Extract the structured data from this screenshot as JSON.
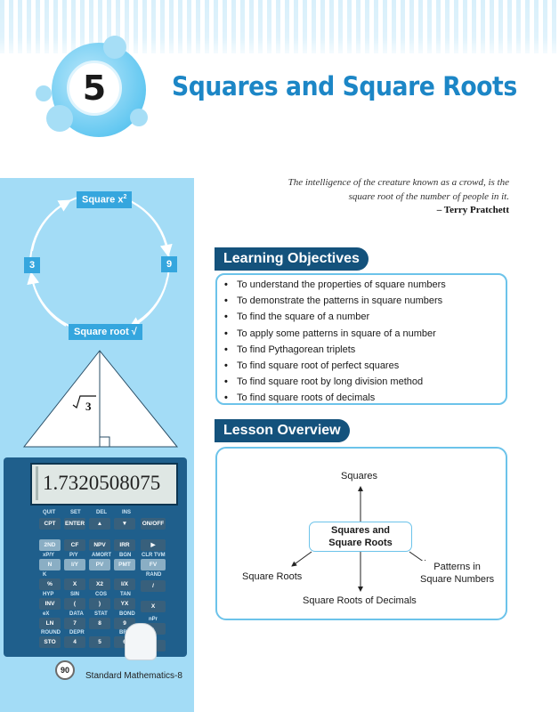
{
  "chapter": {
    "number": "5",
    "title": "Squares and Square Roots"
  },
  "sidebar": {
    "cycle": {
      "top_label": "Square x",
      "top_sup": "2",
      "left_value": "3",
      "right_value": "9",
      "bottom_label": "Square root √"
    },
    "triangle_label": "3",
    "calculator": {
      "display": "1.7320508075",
      "row1_labels": [
        "QUIT",
        "SET",
        "DEL",
        "INS"
      ],
      "row1_keys": [
        "CPT",
        "ENTER",
        "▲",
        "▼",
        "ON/OFF"
      ],
      "row2_keys": [
        "2ND",
        "CF",
        "NPV",
        "IRR",
        "▶"
      ],
      "row2_labels": [
        "xP/Y",
        "P/Y",
        "AMORT",
        "BGN",
        "CLR TVM"
      ],
      "row3_keys": [
        "N",
        "I/Y",
        "PV",
        "PMT",
        "FV"
      ],
      "row4_labels": [
        "K",
        "",
        "",
        "",
        "RAND"
      ],
      "row4_keys": [
        "%",
        "X",
        "X2",
        "I/X",
        "/"
      ],
      "row5_labels": [
        "HYP",
        "SIN",
        "COS",
        "TAN",
        ""
      ],
      "row5_keys": [
        "INV",
        "(",
        ")",
        "YX",
        "X"
      ],
      "row6_labels": [
        "eX",
        "DATA",
        "STAT",
        "BOND",
        "nPr"
      ],
      "row6_keys": [
        "LN",
        "7",
        "8",
        "9",
        "-"
      ],
      "row7_labels": [
        "ROUND",
        "DEPR",
        "",
        "BR",
        ""
      ],
      "row7_keys": [
        "STO",
        "4",
        "5",
        "6",
        "+/-"
      ]
    }
  },
  "footer": {
    "page_number": "90",
    "book_title": "Standard Mathematics-8"
  },
  "quote": {
    "line1": "The intelligence of the creature known as a crowd, is the",
    "line2": "square root of the number of people in it.",
    "author": "– Terry Pratchett"
  },
  "objectives": {
    "heading": "Learning Objectives",
    "items": [
      "To understand the properties of square numbers",
      "To demonstrate the patterns in square numbers",
      "To find the square of a number",
      "To apply some patterns in square of a number",
      "To find Pythagorean triplets",
      "To find square root of perfect squares",
      "To find square root by long division method",
      "To find square roots of decimals"
    ]
  },
  "overview": {
    "heading": "Lesson Overview",
    "center_line1": "Squares and",
    "center_line2": "Square Roots",
    "top": "Squares",
    "left": "Square Roots",
    "right_line1": "Patterns in",
    "right_line2": "Square Numbers",
    "bottom": "Square Roots of Decimals"
  },
  "colors": {
    "title_blue": "#1c86c6",
    "header_navy": "#14527c",
    "panel_blue": "#a3dcf6",
    "border_blue": "#6cc3ea",
    "label_blue": "#35a6de"
  }
}
